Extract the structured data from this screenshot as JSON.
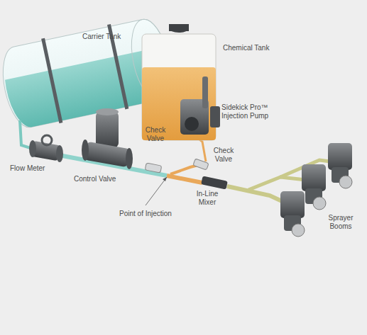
{
  "diagram": {
    "labels": [
      "Carrier Tank",
      "Chemical Tank",
      "Sidekick Pro™ Injection Pump",
      "Flow Meter",
      "Control Valve",
      "Check Valve",
      "Check Valve",
      "In-Line Mixer",
      "Point of Injection",
      "Sprayer Booms"
    ]
  }
}
